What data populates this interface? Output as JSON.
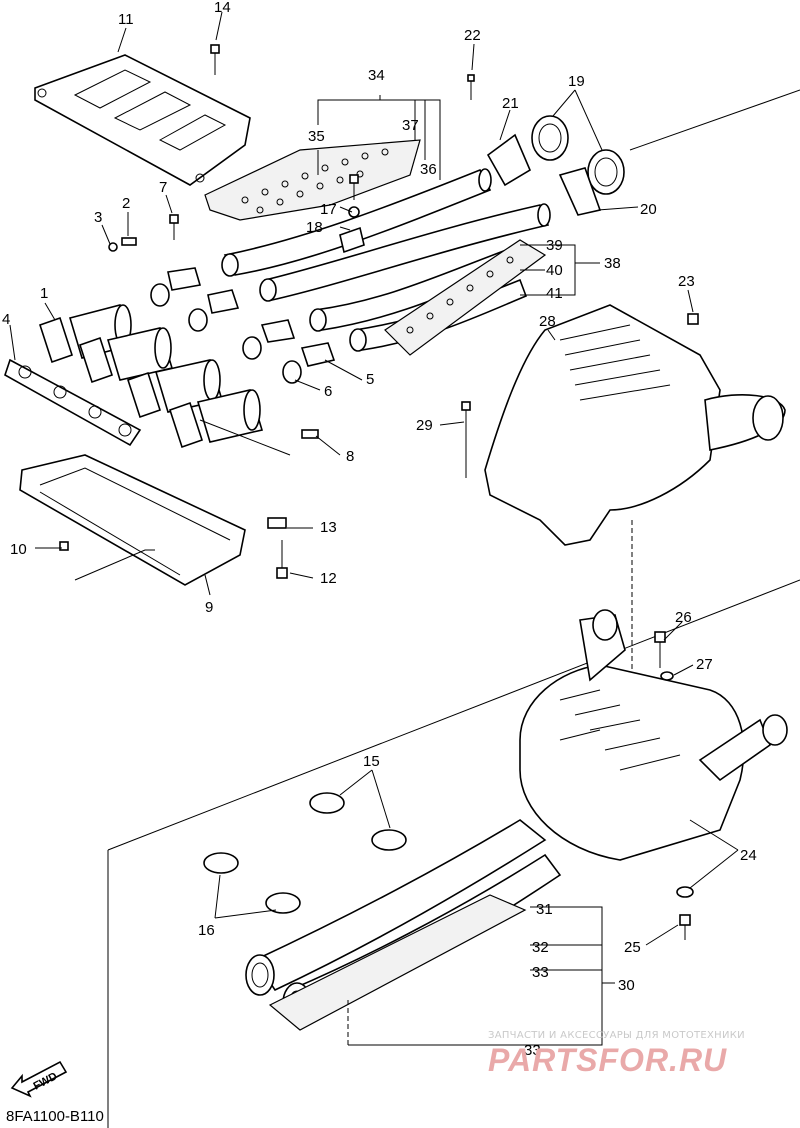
{
  "diagram_code": "8FA1100-B110",
  "fwd_label": "FWD",
  "watermark": {
    "line": "ЗАПЧАСТИ И АКСЕССУАРЫ ДЛЯ МОТОТЕХНИКИ",
    "logo": "PARTSFOR.RU"
  },
  "callouts": {
    "c1": "1",
    "c2": "2",
    "c3": "3",
    "c4": "4",
    "c5": "5",
    "c6": "6",
    "c7": "7",
    "c8": "8",
    "c9": "9",
    "c10": "10",
    "c11": "11",
    "c12": "12",
    "c13": "13",
    "c14": "14",
    "c15": "15",
    "c16": "16",
    "c17": "17",
    "c18": "18",
    "c19": "19",
    "c20": "20",
    "c21": "21",
    "c22": "22",
    "c23": "23",
    "c24": "24",
    "c25": "25",
    "c26": "26",
    "c27": "27",
    "c28": "28",
    "c29": "29",
    "c30": "30",
    "c31": "31",
    "c32": "32",
    "c33a": "33",
    "c33b": "33",
    "c34": "34",
    "c35": "35",
    "c36": "36",
    "c37": "37",
    "c38": "38",
    "c39": "39",
    "c40": "40",
    "c41": "41"
  }
}
